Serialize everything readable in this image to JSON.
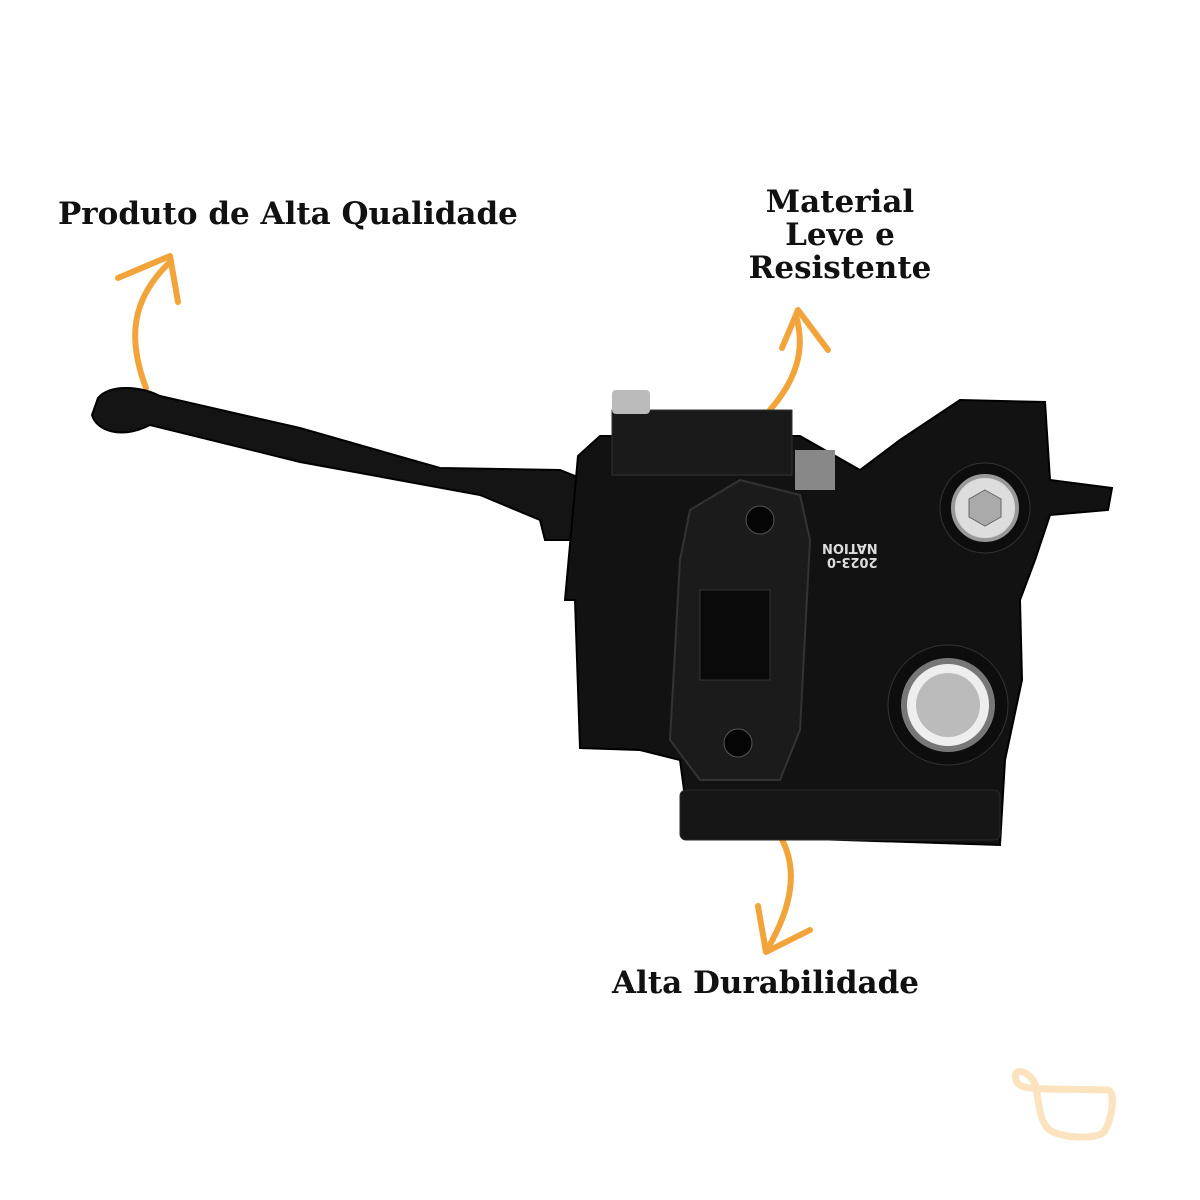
{
  "callouts": {
    "quality": "Produto de Alta Qualidade",
    "material": [
      "Material",
      "Leve e",
      "Resistente"
    ],
    "durability": "Alta Durabilidade"
  },
  "product_marking": [
    "2023-0",
    "NATION"
  ],
  "colors": {
    "arrow": "#F2A33A",
    "logo": "#FBE3BF",
    "product": "#111111"
  }
}
